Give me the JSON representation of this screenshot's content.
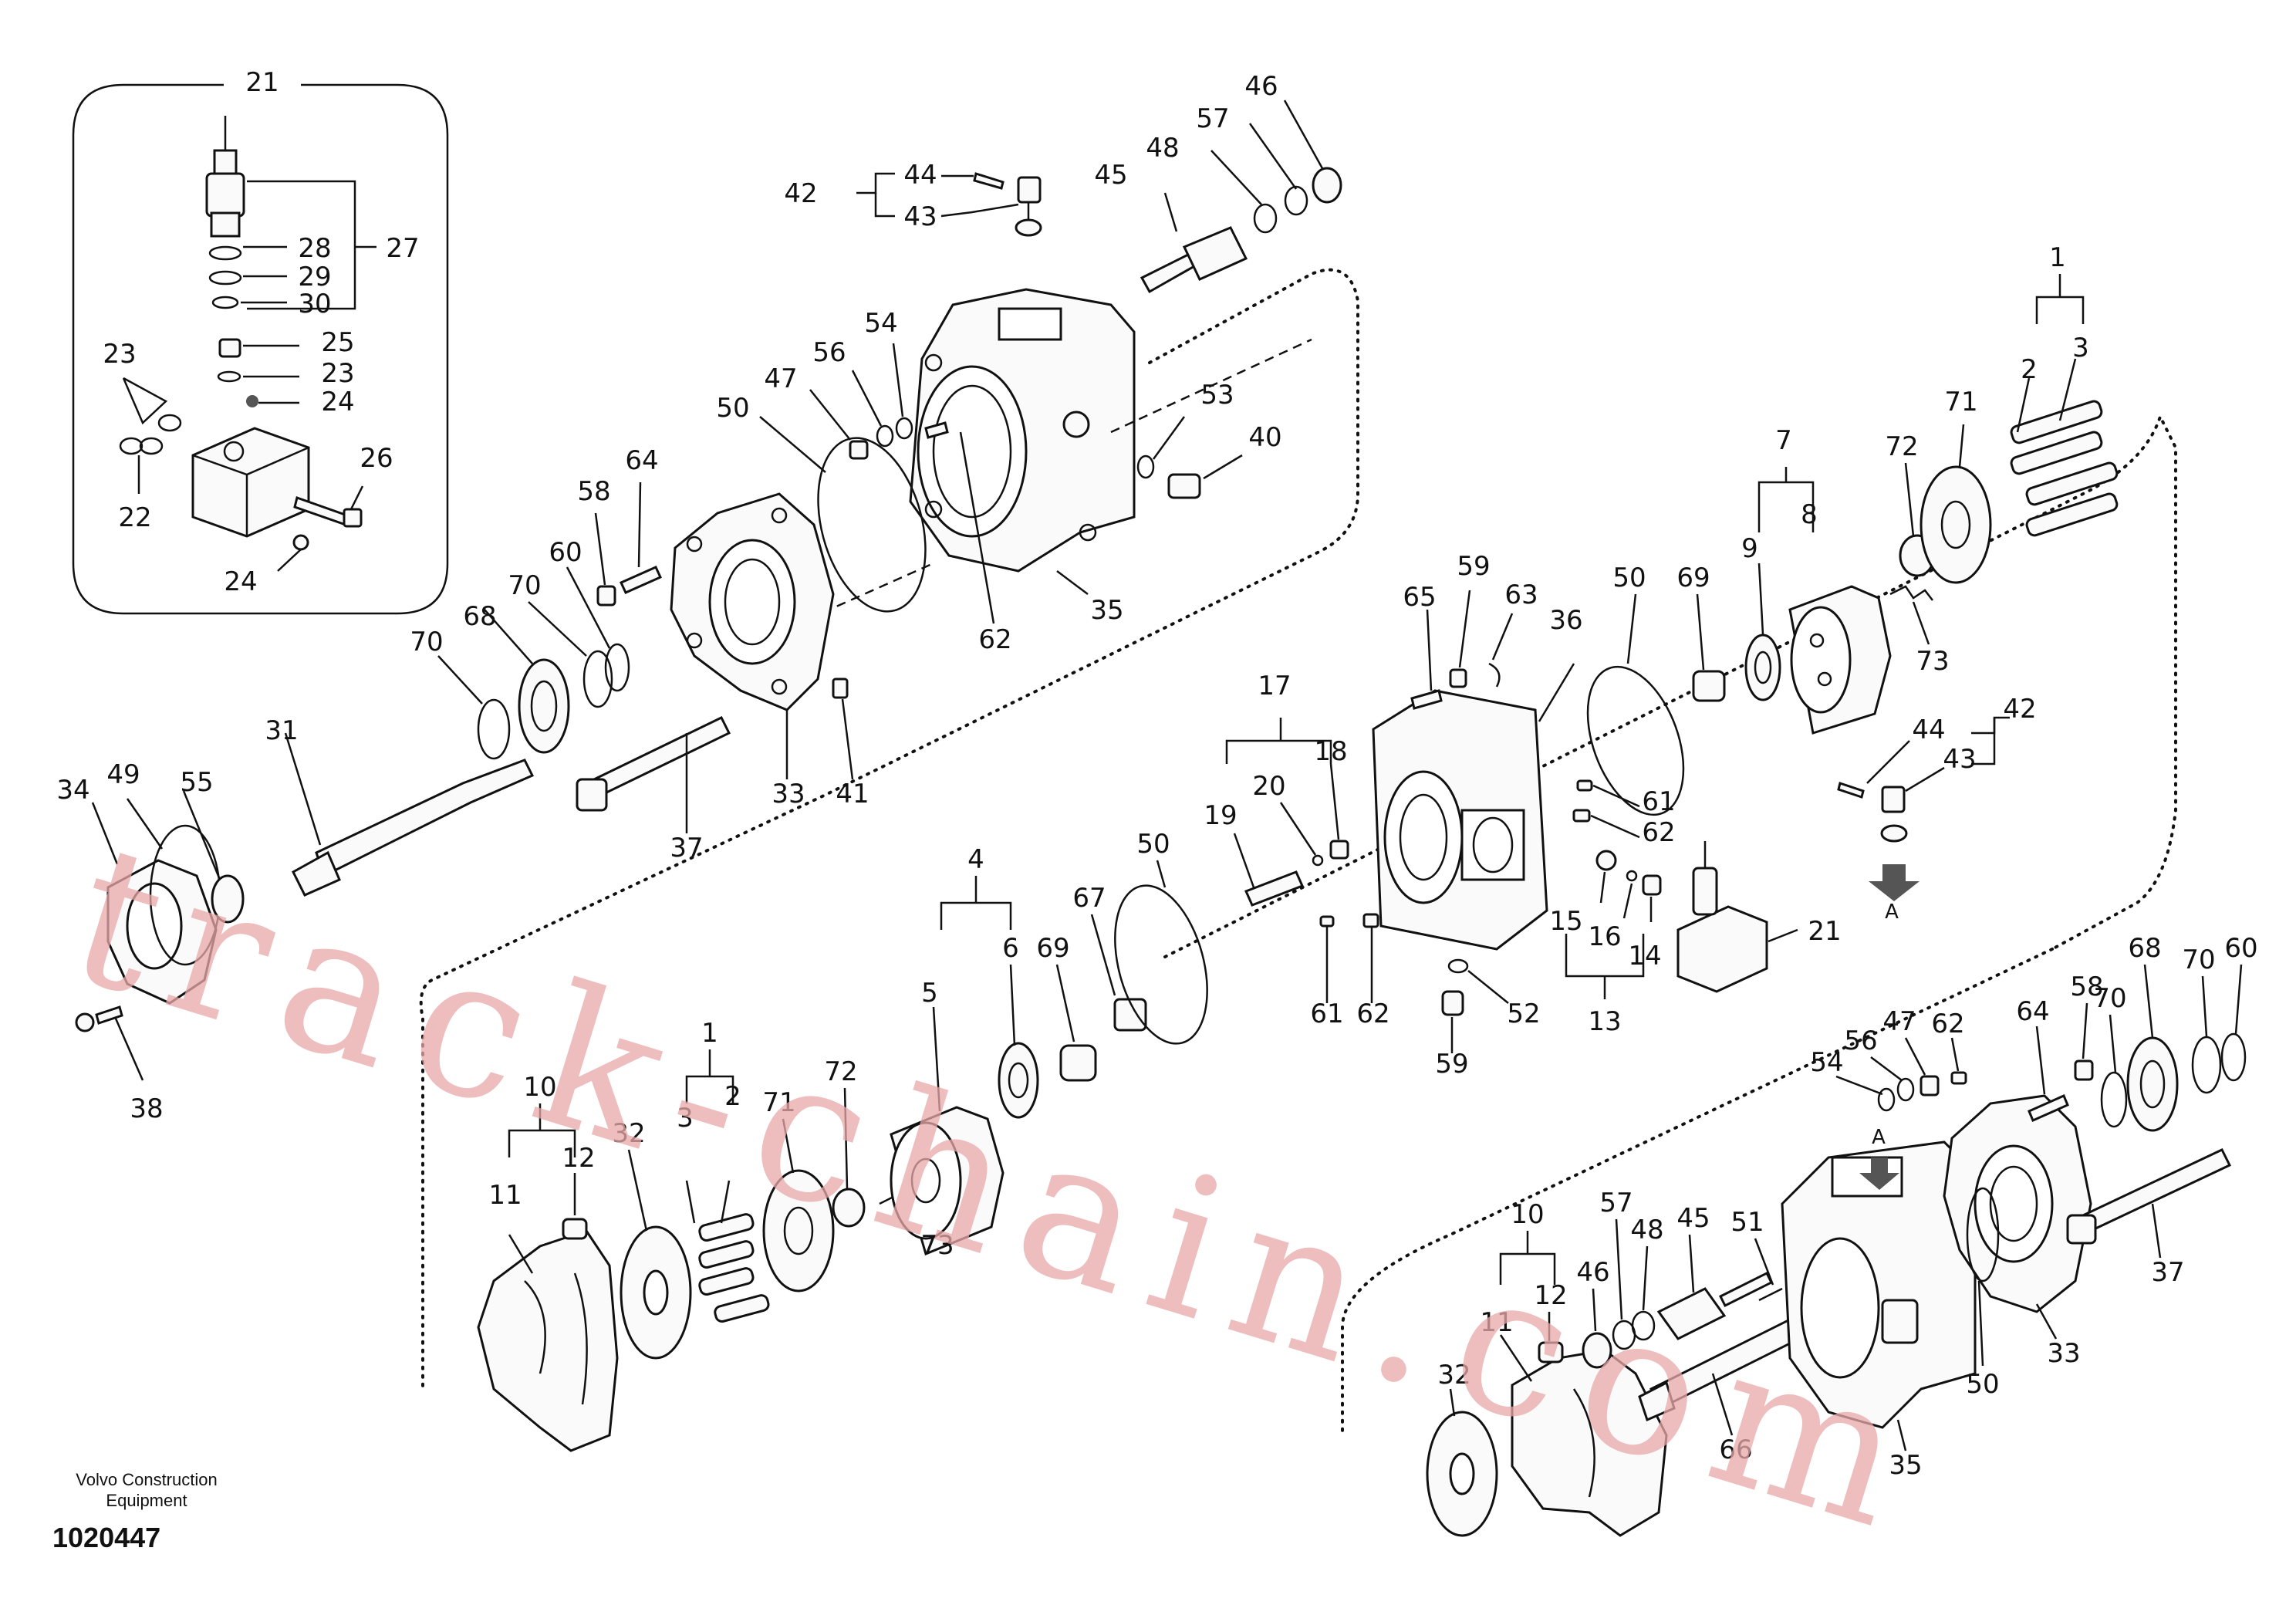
{
  "diagram": {
    "publisher_line1": "Volvo Construction",
    "publisher_line2": "Equipment",
    "drawing_number": "1020447",
    "watermark": "track-chain.com",
    "view_marker": "A",
    "callouts": [
      "1",
      "2",
      "3",
      "4",
      "5",
      "6",
      "7",
      "8",
      "9",
      "10",
      "11",
      "12",
      "13",
      "14",
      "15",
      "16",
      "17",
      "18",
      "19",
      "20",
      "21",
      "22",
      "23",
      "24",
      "25",
      "26",
      "27",
      "28",
      "29",
      "30",
      "31",
      "32",
      "33",
      "34",
      "35",
      "36",
      "37",
      "38",
      "40",
      "41",
      "42",
      "43",
      "44",
      "45",
      "46",
      "47",
      "48",
      "49",
      "50",
      "51",
      "52",
      "53",
      "54",
      "55",
      "56",
      "57",
      "58",
      "59",
      "60",
      "61",
      "62",
      "63",
      "64",
      "65",
      "66",
      "67",
      "68",
      "69",
      "70",
      "71",
      "72",
      "73"
    ]
  }
}
